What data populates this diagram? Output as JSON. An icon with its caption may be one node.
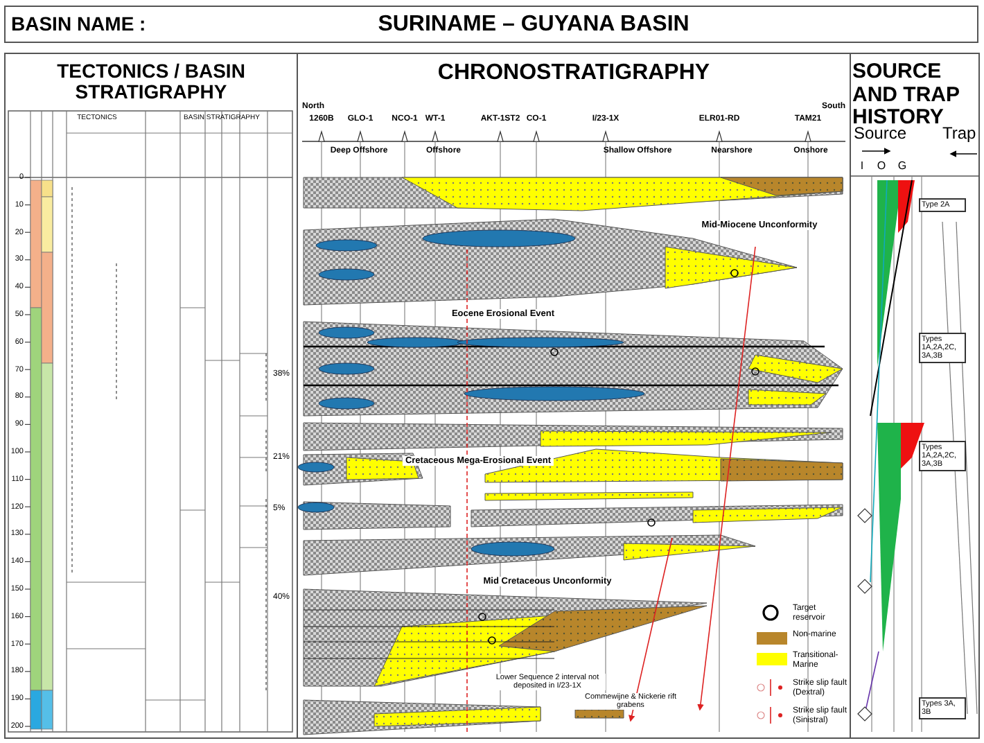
{
  "diagram": {
    "title": "SURINAME – GUYANA BASIN",
    "nodes": [
      {
        "text": [
          "TECTONICS / BASIN STRATIGRAPHY"
        ]
      },
      {
        "text": [
          "CHRONOSTRATIGRAPHY"
        ]
      },
      {
        "text": [
          "SOURCE AND TRAP HISTORY"
        ]
      }
    ],
    "labels": [
      "BASIN NAME :",
      "0",
      "10",
      "20",
      "30",
      "40",
      "50",
      "60",
      "70",
      "80",
      "90",
      "100",
      "110",
      "120",
      "130",
      "140",
      "150",
      "160",
      "170",
      "180",
      "190",
      "200",
      "TECTONICS",
      "BASIN STRATIGRAPHY",
      "38%",
      "21%",
      "5%",
      "40%",
      "North",
      "South",
      "1260B",
      "GLO-1",
      "NCO-1",
      "WT-1",
      "AKT-1ST2",
      "CO-1",
      "I/23-1X",
      "ELR01-RD",
      "TAM21",
      "Deep Offshore",
      "Offshore",
      "Shallow Offshore",
      "Nearshore",
      "Onshore",
      "Mid-Miocene Unconformity",
      "Eocene Erosional Event",
      "Cretaceous Mega-Erosional Event",
      "Mid Cretaceous Unconformity",
      "Lower Sequence 2 interval not deposited in I/23-1X",
      "Commewijne & Nickerie rift grabens",
      "Source",
      "Trap",
      "I",
      "O",
      "G",
      "Type 2A",
      "Types 1A,2A,2C, 3A,3B",
      "Types 1A,2A,2C, 3A,3B",
      "Types 3A, 3B"
    ],
    "legend": [
      {
        "text": "Target reservoir"
      },
      {
        "text": "Non-marine",
        "color": "#b8862b"
      },
      {
        "text": "Transitional-Marine",
        "color": "#ffff00"
      },
      {
        "text": "Strike slip fault (Dextral)"
      },
      {
        "text": "Strike slip fault (Sinistral)"
      }
    ]
  }
}
